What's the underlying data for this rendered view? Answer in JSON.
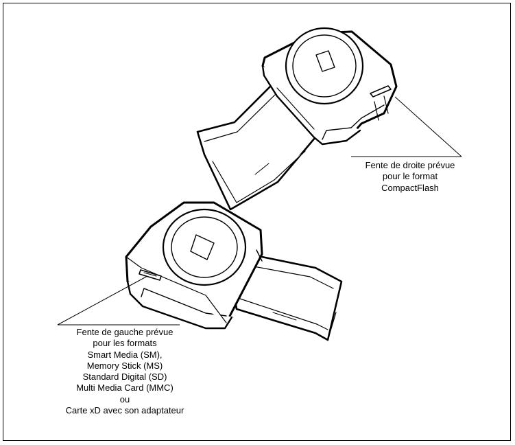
{
  "callout_right": {
    "lines": [
      "Fente de droite prévue",
      "pour le format",
      "CompactFlash"
    ]
  },
  "callout_left": {
    "lines": [
      "Fente de gauche prévue",
      "pour les formats",
      "Smart Media (SM),",
      "Memory Stick (MS)",
      "Standard Digital (SD)",
      "Multi Media Card (MMC)",
      "ou",
      "Carte xD avec son adaptateur"
    ]
  },
  "colors": {
    "stroke": "#000000",
    "background": "#ffffff"
  }
}
